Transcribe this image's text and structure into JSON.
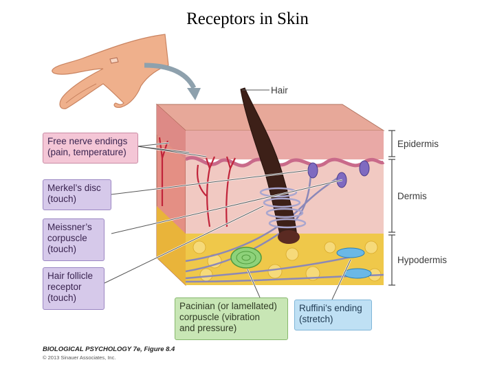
{
  "title": "Receptors in Skin",
  "hair_label": "Hair",
  "layers": {
    "epidermis": "Epidermis",
    "dermis": "Dermis",
    "hypodermis": "Hypodermis"
  },
  "receptors": {
    "free_nerve_line1": "Free nerve endings",
    "free_nerve_line2": "(pain, temperature)",
    "merkel_line1": "Merkel’s disc",
    "merkel_line2": "(touch)",
    "meissner_line1": "Meissner’s",
    "meissner_line2": "corpuscle",
    "meissner_line3": "(touch)",
    "hair_follicle_line1": "Hair follicle",
    "hair_follicle_line2": "receptor",
    "hair_follicle_line3": "(touch)",
    "pacinian_line1": "Pacinian (or lamellated)",
    "pacinian_line2": "corpuscle (vibration",
    "pacinian_line3": "and pressure)",
    "ruffini_line1": "Ruffini’s ending",
    "ruffini_line2": "(stretch)"
  },
  "credit": "BIOLOGICAL PSYCHOLOGY 7e, Figure 8.4",
  "copyright": "© 2013 Sinauer Associates, Inc.",
  "colors": {
    "epidermis": "#e9a9a6",
    "dermis": "#f1c9c2",
    "hypodermis": "#efc84a",
    "label_pink": "#f4c6d6",
    "label_purple": "#d6c9ea",
    "label_green": "#c8e6b5",
    "label_blue": "#bfe0f4"
  }
}
